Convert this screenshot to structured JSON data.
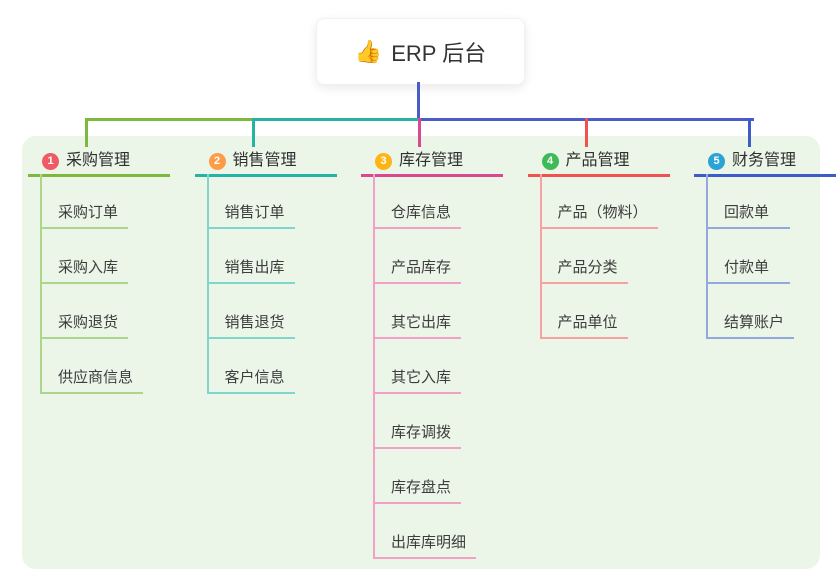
{
  "root": {
    "icon": "👍",
    "title": "ERP 后台"
  },
  "colors": {
    "canvas_bg": "#ffffff",
    "panel_bg": "#ebf5e8",
    "root_line": "#4a5cc8",
    "header_text": "#303030",
    "item_text": "#3d3d3d"
  },
  "branches": [
    {
      "badge": "1",
      "badge_color": "#ef5a64",
      "label": "采购管理",
      "line_color": "#7cb93e",
      "sub_color": "#abd78c",
      "items": [
        "采购订单",
        "采购入库",
        "采购退货",
        "供应商信息"
      ]
    },
    {
      "badge": "2",
      "badge_color": "#fd9b46",
      "label": "销售管理",
      "line_color": "#26b3a4",
      "sub_color": "#7fd6ca",
      "items": [
        "销售订单",
        "销售出库",
        "销售退货",
        "客户信息"
      ]
    },
    {
      "badge": "3",
      "badge_color": "#fdb515",
      "label": "库存管理",
      "line_color": "#d8498f",
      "sub_color": "#f2a0c5",
      "items": [
        "仓库信息",
        "产品库存",
        "其它出库",
        "其它入库",
        "库存调拨",
        "库存盘点",
        "出库库明细"
      ]
    },
    {
      "badge": "4",
      "badge_color": "#3fba59",
      "label": "产品管理",
      "line_color": "#ef5350",
      "sub_color": "#f7a2a0",
      "items": [
        "产品（物料）",
        "产品分类",
        "产品单位"
      ]
    },
    {
      "badge": "5",
      "badge_color": "#2ba3d4",
      "label": "财务管理",
      "line_color": "#3e5cc7",
      "sub_color": "#93a9dd",
      "items": [
        "回款单",
        "付款单",
        "结算账户"
      ]
    }
  ]
}
